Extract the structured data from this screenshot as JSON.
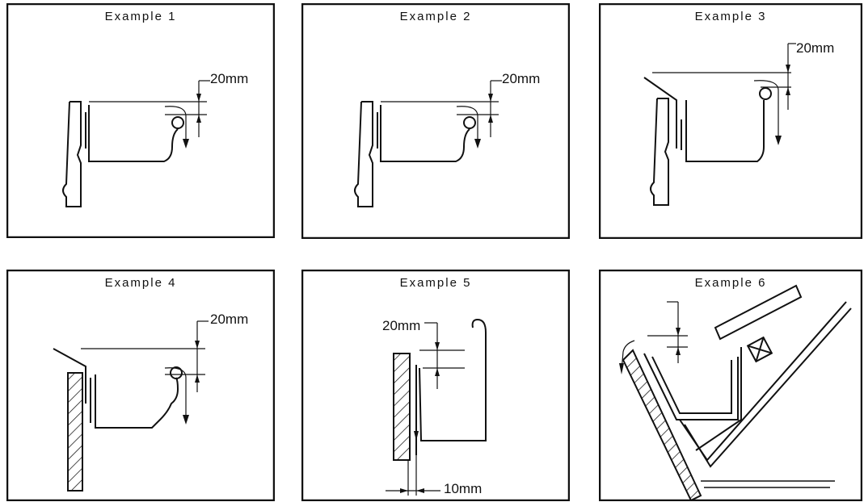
{
  "examples": [
    {
      "title": "Example 1",
      "dimension": "20mm"
    },
    {
      "title": "Example 2",
      "dimension": "20mm"
    },
    {
      "title": "Example 3",
      "dimension": "20mm"
    },
    {
      "title": "Example 4",
      "dimension": "20mm"
    },
    {
      "title": "Example 5",
      "dimension": "20mm",
      "dimension2": "10mm"
    },
    {
      "title": "Example 6"
    }
  ]
}
